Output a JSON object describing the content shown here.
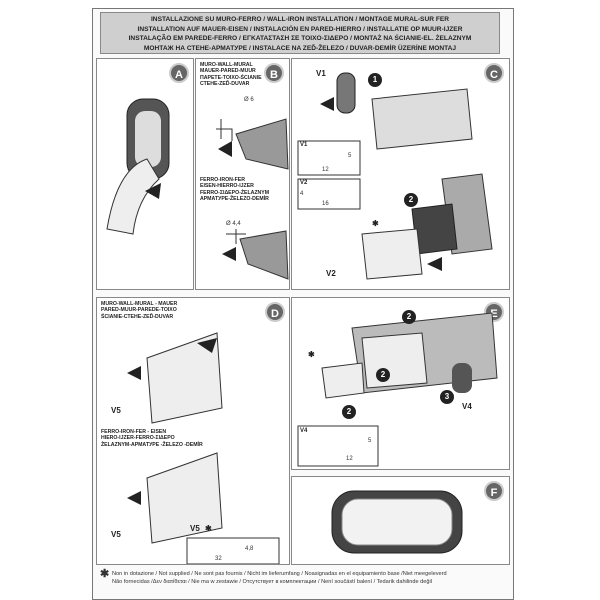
{
  "header": {
    "lines": [
      "INSTALLAZIONE SU MURO-FERRO / WALL-IRON INSTALLATION / MONTAGE MURAL-SUR FER",
      "INSTALLATION AUF MAUER-EISEN / INSTALACIÓN EN PARED-HIERRO / INSTALLATIE OP MUUR-IJZER",
      "INSTALAÇÃO EM PAREDE-FERRO / ΕΓΚΑΤΑΣΤΑΣΗ ΣΕ ΤΟΙΧΟ-ΣΙΔΕΡΟ / MONTAŻ NA ŚCIANIE-EL. ŻELAZNYM",
      "МОНТАЖ НА СТЕНЕ-АРМАТУРЕ / INSTALACE NA ZEĎ-ŽELEZO / DUVAR-DEMİR ÜZERİNE MONTAJ"
    ]
  },
  "panels": {
    "a": {
      "badge": "A"
    },
    "b": {
      "badge": "B",
      "wall_caption": [
        "MURO-WALL-MURAL",
        "MAUER-PARED-MUUR",
        "ΠΑΡΕΤΕ-ΤΟΙΧΟ-ŚCIANIE",
        "СТЕНЕ-ZEĎ-DUVAR"
      ],
      "iron_caption": [
        "FERRO-IRON-FER",
        "EISEN-HIERRO-IJZER",
        "FERRO-ΣΙΔΕΡΟ-ŻELAZNYM",
        "АРМАТУРЕ-ŽELEZO-DEMİR"
      ],
      "drill_wall": "Ø 6",
      "drill_iron": "Ø 4,4"
    },
    "c": {
      "badge": "C",
      "v1": "V1",
      "v2": "V2",
      "step1": "1",
      "step2": "2",
      "star": "✱",
      "screw1": {
        "tag": "V1",
        "d": "5",
        "l": "12"
      },
      "screw2": {
        "tag": "V2",
        "d": "4",
        "l": "16"
      }
    },
    "d": {
      "badge": "D",
      "wall_caption": [
        "MURO-WALL-MURAL - MAUER",
        "PARED-MUUR-PAREDE-ΤΟΙΧΟ",
        "ŚCIANIE-СТЕНЕ-ZEĎ-DUVAR"
      ],
      "iron_caption": [
        "FERRO-IRON-FER - EISEN",
        "HIERO-IJZER-FERRO-ΣΙΔΕΡΟ",
        "ŻELAZNYM-АРМАТУРЕ -ŽELEZO -DEMİR"
      ],
      "v5a": "V5",
      "v5b": "V5",
      "screw": {
        "tag": "V5",
        "star": "✱",
        "d": "4,8",
        "l": "32"
      }
    },
    "e": {
      "badge": "E",
      "step2a": "2",
      "step2b": "2",
      "step2c": "2",
      "step3": "3",
      "v4": "V4",
      "star": "✱",
      "screw": {
        "tag": "V4",
        "d": "5",
        "l": "12"
      }
    },
    "f": {
      "badge": "F"
    }
  },
  "footer": {
    "star": "✱",
    "line1": "Non in dotazione / Not supplied / Ne sont pas fournis / Nicht im lieferumfang / Noasignadas en el equipamiento base /Niet meegeleverd",
    "line2": "Não fornecidas /Δεν διατίθεται / Nie ma w zestawie / Отсутствует в комплектации / Není součástí balení / Tedarik dahilinde değil"
  }
}
